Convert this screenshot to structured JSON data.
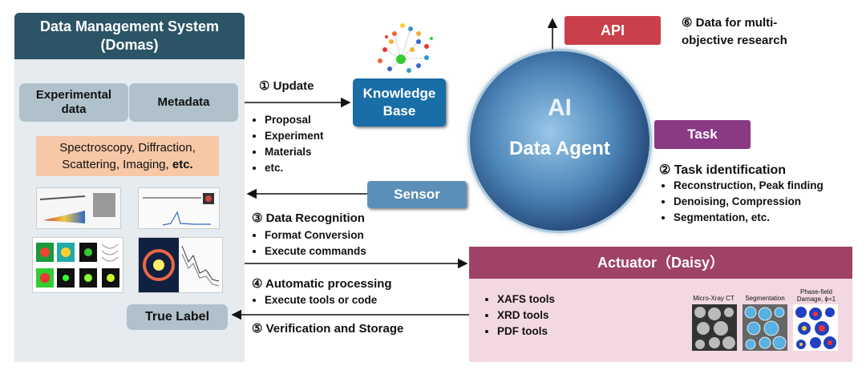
{
  "dms": {
    "title_line1": "Data Management System",
    "title_line2": "(Domas)",
    "experimental_line1": "Experimental",
    "experimental_line2": "data",
    "metadata": "Metadata",
    "methods_line1": "Spectroscopy, Diffraction,",
    "methods_line2": "Scattering, Imaging, ",
    "methods_etc": "etc.",
    "true_label": "True Label"
  },
  "steps": {
    "update": "① Update",
    "update_items": [
      "Proposal",
      "Experiment",
      "Materials",
      "etc."
    ],
    "recognition": "③ Data Recognition",
    "recognition_items": [
      "Format Conversion",
      "Execute commands"
    ],
    "processing": "④ Automatic processing",
    "processing_items": [
      "Execute tools or code"
    ],
    "verification": "⑤ Verification and Storage",
    "data_for_line1": "⑥ Data for multi-",
    "data_for_line2": "objective research",
    "task_id": "② Task identification",
    "task_items": [
      "Reconstruction, Peak finding",
      "Denoising, Compression",
      "Segmentation, etc."
    ]
  },
  "boxes": {
    "kb_line1": "Knowledge",
    "kb_line2": "Base",
    "sensor": "Sensor",
    "api": "API",
    "task": "Task",
    "actuator": "Actuator（Daisy）"
  },
  "agent": {
    "ai": "AI",
    "label": "Data Agent"
  },
  "actuator_tools": [
    "XAFS tools",
    "XRD tools",
    "PDF tools"
  ],
  "thumbnails": {
    "micro_ct": "Micro-Xray CT",
    "segmentation": "Segmentation",
    "phase_line1": "Phase-field",
    "phase_line2": "Damage, ",
    "phase_phi": "ϕ=1"
  },
  "colors": {
    "dms_header": "#2b5466",
    "knowledge_base": "#1a6ea8",
    "sensor": "#5b8fb8",
    "api": "#c9404a",
    "task": "#8a3a85",
    "actuator": "#a04268"
  }
}
